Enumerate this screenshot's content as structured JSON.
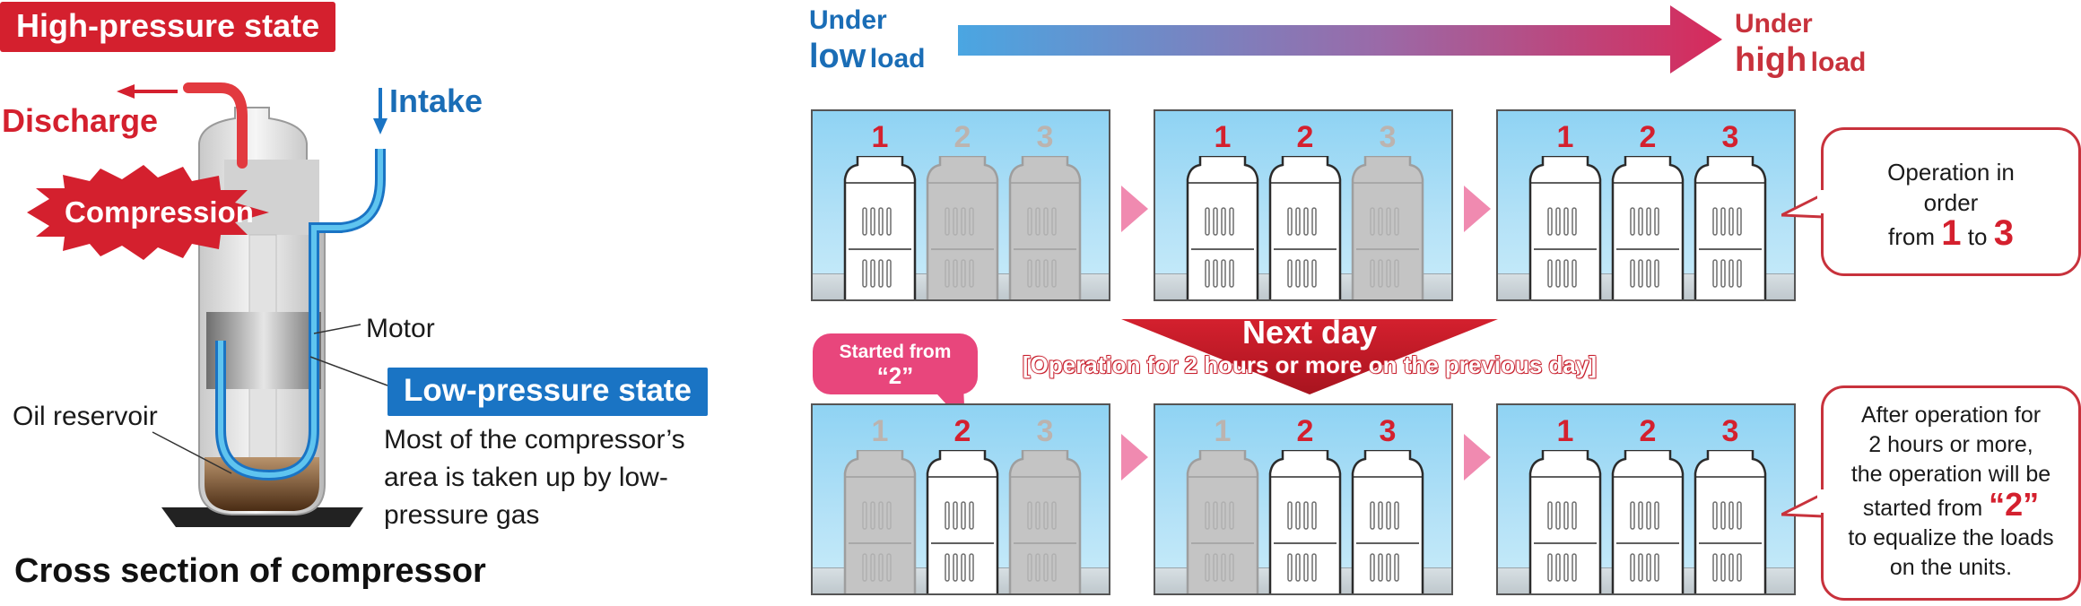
{
  "left": {
    "high_pressure": "High-pressure state",
    "discharge": "Discharge",
    "intake": "Intake",
    "compression": "Compression",
    "motor": "Motor",
    "oil_reservoir": "Oil reservoir",
    "low_pressure": "Low-pressure state",
    "description": "Most of the compressor’s area is taken up by low-pressure gas",
    "caption": "Cross section of compressor"
  },
  "top": {
    "under_left": "Under",
    "low": "low",
    "load_left": "load",
    "under_right": "Under",
    "high": "high",
    "load_right": "load"
  },
  "row1": {
    "panels": [
      {
        "labels": [
          "1",
          "2",
          "3"
        ],
        "active": [
          true,
          false,
          false
        ]
      },
      {
        "labels": [
          "1",
          "2",
          "3"
        ],
        "active": [
          true,
          true,
          false
        ]
      },
      {
        "labels": [
          "1",
          "2",
          "3"
        ],
        "active": [
          true,
          true,
          true
        ]
      }
    ],
    "callout": {
      "line1": "Operation in",
      "line2": "order",
      "from": "from",
      "n1": "1",
      "to": "to",
      "n3": "3"
    }
  },
  "next_day": {
    "title": "Next day",
    "sub": "[Operation for 2 hours or more on the previous day]"
  },
  "started_bubble": {
    "line1": "Started from",
    "line2": "“2”"
  },
  "row2": {
    "panels": [
      {
        "labels": [
          "1",
          "2",
          "3"
        ],
        "active": [
          false,
          true,
          false
        ]
      },
      {
        "labels": [
          "1",
          "2",
          "3"
        ],
        "active": [
          false,
          true,
          true
        ]
      },
      {
        "labels": [
          "1",
          "2",
          "3"
        ],
        "active": [
          true,
          true,
          true
        ]
      }
    ],
    "callout": {
      "line1": "After operation for",
      "line2": "2 hours or more,",
      "line3": "the operation will be",
      "line4a": "started from",
      "line4b": "“2”",
      "line5": "to equalize the loads",
      "line6": "on the units."
    }
  },
  "colors": {
    "red": "#d4202e",
    "blue": "#1a74c4",
    "arrow_start": "#4aa6e2",
    "arrow_end": "#d72a5a",
    "pink": "#f08ab0"
  }
}
